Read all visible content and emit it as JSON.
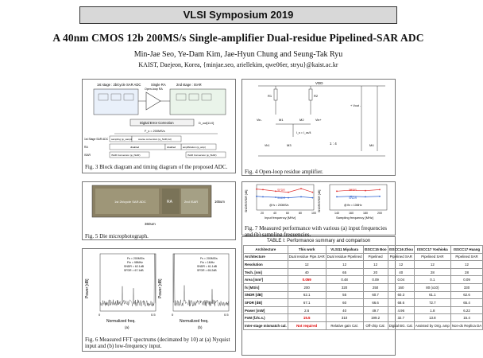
{
  "banner": "VLSI Symposium 2019",
  "title": "A 40nm CMOS 12b 200MS/s Single-amplifier Dual-residue Pipelined-SAR ADC",
  "authors": "Min-Jae Seo, Ye-Dam Kim, Jae-Hyun Chung and Seung-Tak Ryu",
  "affiliation": "KAIST, Daejeon, Korea, {minjae.seo, ariellekim, qwe06er, stryu}@kaist.ac.kr",
  "fig3": {
    "caption": "Fig. 3 Block diagram and timing diagram of the proposed ADC.",
    "labels": {
      "stage1": "1st stage : 2b/cycle SAR ADC",
      "single_ra": "Single RA",
      "stage2": "2nd stage : ISAR",
      "open_loop_ra": "Open-loop RA",
      "dec": "Digital Error Correction",
      "dout": "D_out[11:0]",
      "fs": "F_s = 200MS/s",
      "ta": "5ns",
      "row1": "1st Stage SAR ADC",
      "row2": "RA",
      "row3": "ISAR",
      "t1": "sampling (φ_sample)",
      "t2": "coarse conversion (φ_SAR,1st)",
      "t3": "disabled",
      "t4": "amplification (φ_amp)",
      "t5": "disabled",
      "t6": "ISAR Conversion (φ_ISAR)",
      "t7": "ISAR Conversion (φ_ISAR)"
    }
  },
  "fig4": {
    "caption": "Fig. 4 Open-loop residue amplifier.",
    "labels": {
      "vdd": "VDD",
      "r1": "R1",
      "r2": "R2",
      "m1": "M1",
      "m2": "M2",
      "m3": "M3",
      "m4": "M4",
      "ratio": "1 : 4",
      "vin": "Vin-",
      "vip": "Vin+",
      "vout": "+ Vout -",
      "itail": "I_s = I_cs/4",
      "vb": "Vb1"
    }
  },
  "fig5": {
    "caption": "Fig. 5 Die microphotograph.",
    "labels": {
      "adc": "1st 2b/cycle SAR ADC",
      "ra": "RA",
      "isar": "2nd ISAR",
      "width": "360um",
      "height": "165um"
    }
  },
  "fig6": {
    "caption": "Fig. 6 Measured FFT spectrums (decimated by 10) at (a) Nyquist input and (b) low-frequency input.",
    "a": {
      "fs": "Fs = 200MS/s",
      "fin": "Fin = 98MHz",
      "sndr": "SNDR = 62.1dB",
      "sfdr": "SFDR = 67.1dB",
      "sub": "(a)"
    },
    "b": {
      "fs": "Fs = 200MS/s",
      "fin": "Fin = 1MHz",
      "sndr": "SNDR = 61.1dB",
      "sfdr": "SFDR = 65.2dB",
      "sub": "(b)"
    },
    "ylabel": "Power [dB]",
    "xlabel": "Normalized freq.",
    "yticks": [
      "0",
      "-20",
      "-40",
      "-60",
      "-80",
      "-100",
      "-120"
    ],
    "xticks": [
      "0",
      "0.5"
    ]
  },
  "fig7": {
    "caption": "Fig. 7 Measured performance with various (a) input frequencies and (b) sampling frequencies.",
    "ylabel": "SNDR/SFDR [dB]",
    "a": {
      "xlabel": "Input frequency [MHz]",
      "xticks": [
        "20",
        "40",
        "60",
        "80",
        "100"
      ],
      "note": "@ fs = 200MS/s",
      "sub": "(a)"
    },
    "b": {
      "xlabel": "Sampling frequency [MHz]",
      "xticks": [
        "140",
        "160",
        "180",
        "200"
      ],
      "note": "@ fin = 10MHz",
      "sub": "(b)"
    },
    "yticks": [
      "75",
      "70",
      "65",
      "60",
      "55",
      "50"
    ],
    "legend_sfdr": "SFDR",
    "legend_sndr": "SNDR",
    "colors": {
      "sfdr": "#e03030",
      "sndr": "#2a5fd0"
    }
  },
  "chart_data": [
    {
      "type": "line",
      "title": "",
      "xlabel": "Input frequency [MHz]",
      "ylabel": "SNDR/SFDR [dB]",
      "ylim": [
        50,
        75
      ],
      "xlim": [
        10,
        100
      ],
      "series": [
        {
          "name": "SFDR",
          "x": [
            10,
            20,
            40,
            60,
            80,
            98
          ],
          "values": [
            70.5,
            70,
            68.5,
            67.5,
            71,
            67.5
          ]
        },
        {
          "name": "SNDR",
          "x": [
            10,
            20,
            40,
            60,
            80,
            98
          ],
          "values": [
            63.5,
            63,
            62.5,
            62,
            63,
            62
          ]
        }
      ]
    },
    {
      "type": "line",
      "title": "",
      "xlabel": "Sampling frequency [MHz]",
      "ylabel": "SNDR/SFDR [dB]",
      "ylim": [
        50,
        75
      ],
      "xlim": [
        130,
        210
      ],
      "series": [
        {
          "name": "SFDR",
          "x": [
            140,
            160,
            180,
            200
          ],
          "values": [
            68.5,
            69.5,
            69,
            70
          ]
        },
        {
          "name": "SNDR",
          "x": [
            140,
            160,
            180,
            200
          ],
          "values": [
            63,
            63.5,
            63,
            63.5
          ]
        }
      ]
    }
  ],
  "table1": {
    "title": "TABLE I: Performance summary and comparison",
    "headers": [
      "Architecture",
      "This work",
      "VLSI11 Miyahara",
      "ISSCC15 Boo",
      "ISSCC16 Zhou",
      "ISSCC17 Yoshioka",
      "ISSCC17 Huang"
    ],
    "rows": [
      [
        "Architecture",
        "Dual residue Pipe.SAR",
        "Dual residue Pipelined",
        "Pipelined",
        "Pipelined SAR",
        "Pipelined SAR",
        "Pipelined SAR"
      ],
      [
        "Resolution",
        "12",
        "12",
        "12",
        "12",
        "12",
        "12"
      ],
      [
        "Tech. [nm]",
        "40",
        "65",
        "20",
        "40",
        "28",
        "28"
      ],
      [
        "Area [mm²]",
        "0.059",
        "0.48",
        "0.09",
        "0.04",
        "0.1",
        "0.09"
      ],
      [
        "fs [MS/s]",
        "200",
        "320",
        "250",
        "160",
        "80 (x10)",
        "330"
      ],
      [
        "SNDR [dB]",
        "62.1",
        "55",
        "60.7",
        "60.3",
        "61.1",
        "62.6"
      ],
      [
        "SFDR [dB]",
        "67.1",
        "60",
        "66.6",
        "68.6",
        "72.7",
        "65.4"
      ],
      [
        "Power [mW]",
        "2.6",
        "40",
        "49.7",
        "4.96",
        "1.8",
        "6.22"
      ],
      [
        "FoM (fJ/c.s.)",
        "15.5",
        "310",
        "199.2",
        "32.7",
        "13.8",
        "15.4"
      ],
      [
        "Inter-stage mismatch cal.",
        "Not required",
        "Relative gain Cal.",
        "Off-chip Cal.",
        "Digital BG. Cal.",
        "Assisted by Orig. amp",
        "Non-ds Replica DA"
      ]
    ],
    "highlight_cells": [
      "0.059",
      "15.5",
      "Not required"
    ]
  }
}
